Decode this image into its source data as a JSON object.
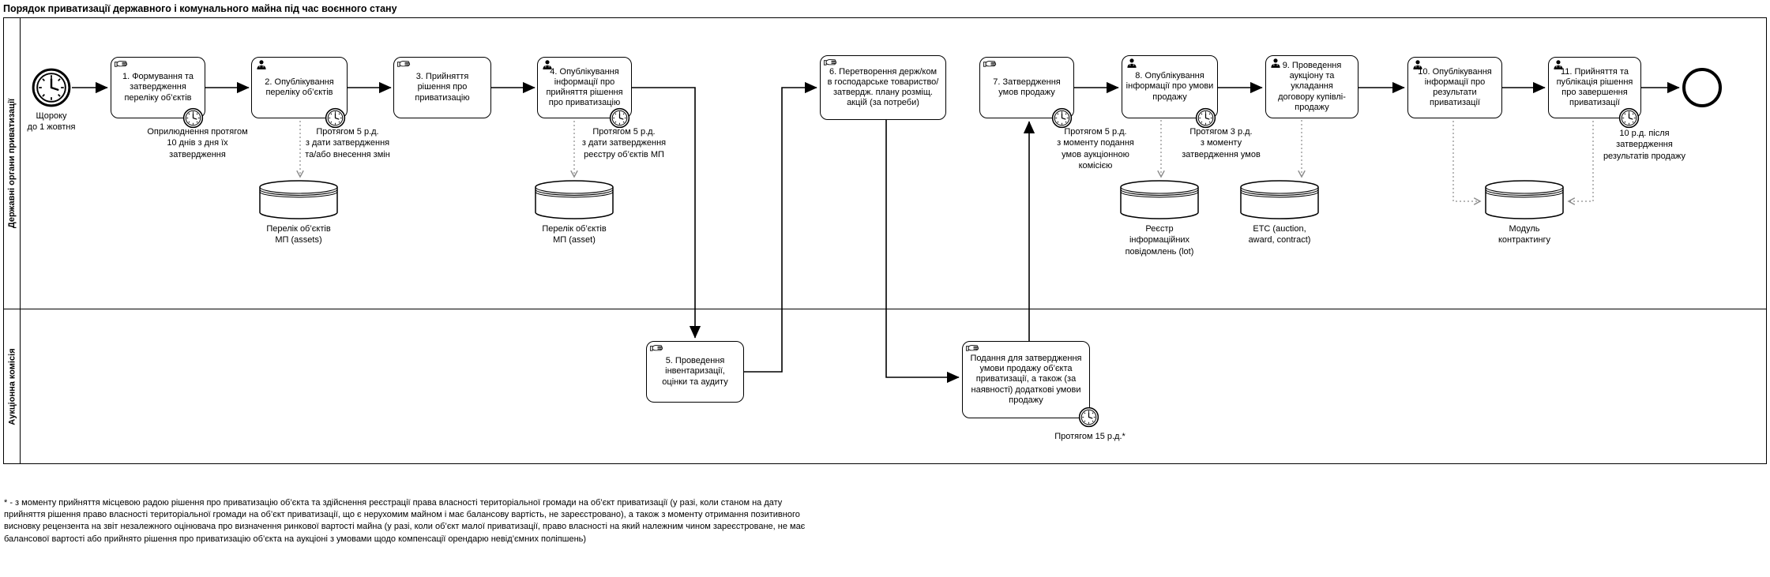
{
  "title": "Порядок приватизації державного і комунального майна під час воєнного стану",
  "lanes": [
    {
      "label": "Державні органи приватизації"
    },
    {
      "label": "Аукціонна комісія"
    }
  ],
  "start_event": {
    "type": "timer-start",
    "label": "Щороку\nдо 1 жовтня"
  },
  "end_event": {
    "type": "end"
  },
  "tasks": [
    {
      "id": "1",
      "icon": "manual",
      "label": "1. Формування та\nзатвердження\nпереліку об’єктів",
      "timer_label": "Оприлюднення протягом\n10 днів з дня їх\nзатвердження"
    },
    {
      "id": "2",
      "icon": "user",
      "label": "2. Опублікування\nпереліку об’єктів",
      "timer_label": "Протягом 5 р.д.\nз дати затвердження\nта/або внесення змін"
    },
    {
      "id": "3",
      "icon": "manual",
      "label": "3. Прийняття\nрішення про\nприватизацію"
    },
    {
      "id": "4",
      "icon": "user",
      "label": "4. Опублікування\nінформації про\nприйняття рішення\nпро приватизацію",
      "timer_label": "Протягом 5 р.д.\nз дати затвердження\nреєстру об’єктів МП"
    },
    {
      "id": "5",
      "icon": "manual",
      "label": "5. Проведення\nінвентаризації,\nоцінки та аудиту"
    },
    {
      "id": "6",
      "icon": "manual",
      "label": "6. Перетворення держ/ком\nв господарське товариство/\nзатвердж. плану розміщ.\nакцій (за потреби)"
    },
    {
      "id": "submission",
      "icon": "manual",
      "label": "Подання для затвердження\nумови продажу об’єкта\nприватизації, а також (за\nнаявності) додаткові умови\nпродажу",
      "timer_label": "Протягом 15 р.д.*"
    },
    {
      "id": "7",
      "icon": "manual",
      "label": "7. Затвердження\nумов продажу",
      "timer_label": "Протягом 5 р.д.\nз моменту подання\nумов аукціонною\nкомісією"
    },
    {
      "id": "8",
      "icon": "user",
      "label": "8. Опублікування\nінформації про умови\nпродажу",
      "timer_label": "Протягом 3 р.д.\nз моменту\nзатвердження умов"
    },
    {
      "id": "9",
      "icon": "user",
      "label": "9. Проведення\nаукціону та укладання\nдоговору купівлі-\nпродажу"
    },
    {
      "id": "10",
      "icon": "user",
      "label": "10. Опублікування\nінформації про\nрезультати\nприватизації"
    },
    {
      "id": "11",
      "icon": "user",
      "label": "11. Прийняття та\nпублікація рішення\nпро завершення\nприватизації",
      "timer_label": "10 р.д. після\nзатвердження\nрезультатів продажу"
    }
  ],
  "stores": [
    {
      "label": "Перелік об’єктів\nМП (assets)"
    },
    {
      "label": "Перелік об’єктів\nМП (asset)"
    },
    {
      "label": "Реєстр\nінформаційних\nповідомлень (lot)"
    },
    {
      "label": "ETC (auction,\naward, contract)"
    },
    {
      "label": "Модуль\nконтрактингу"
    }
  ],
  "footnote_lines": [
    "* - з моменту прийняття місцевою радою рішення про приватизацію об’єкта та здійснення реєстрації права власності територіальної громади на об’єкт приватизації (у разі, коли станом на дату",
    "прийняття рішення право власності територіальної громади на об’єкт приватизації, що є нерухомим майном і має балансову вартість, не зареєстровано), а також з моменту отримання позитивного",
    "висновку рецензента на звіт незалежного оцінювача про визначення ринкової вартості майна (у разі, коли об’єкт малої приватизації, право власності на який належним чином зареєстроване, не має",
    "балансової вартості або прийнято рішення про приватизацію об’єкта на аукціоні з умовами щодо компенсації орендарю невід’ємних поліпшень)"
  ],
  "colors": {
    "stroke": "#000000",
    "fill": "#ffffff",
    "association": "#8a8a8a"
  }
}
